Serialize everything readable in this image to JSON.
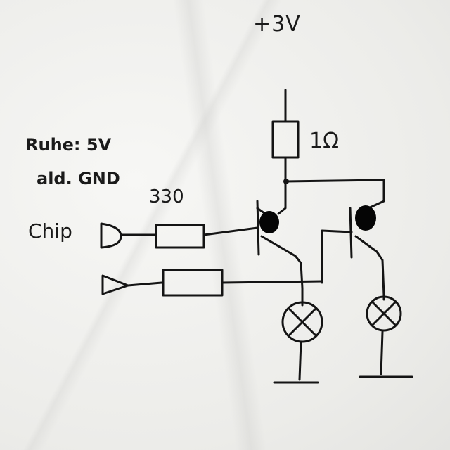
{
  "supply_label": "+3V",
  "resistor_top_label": "1Ω",
  "note_line1": "Ruhe: 5V",
  "note_line2": "ald. GND",
  "resistor_in_label": "330",
  "chip_label": "Chip"
}
